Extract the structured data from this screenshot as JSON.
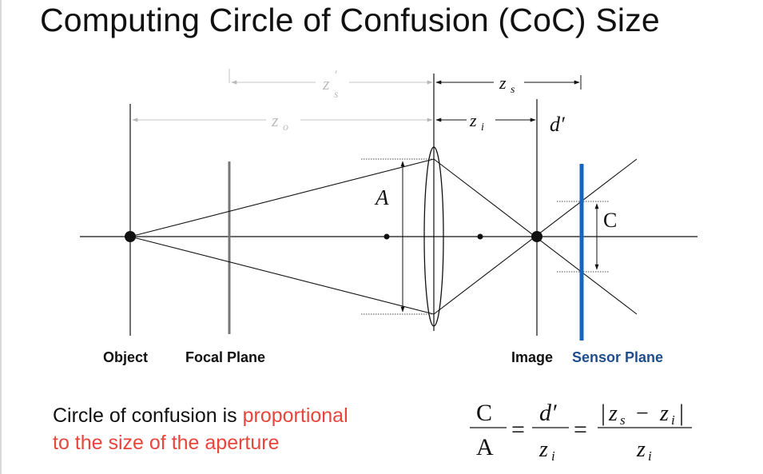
{
  "slide": {
    "title": "Computing Circle of Confusion (CoC) Size"
  },
  "diagram": {
    "labels": {
      "z_s_prime": "z",
      "z_s_prime_sub": "s",
      "z_s_prime_mark": "′",
      "z_o": "z",
      "z_o_sub": "o",
      "z_s": "z",
      "z_s_sub": "s",
      "z_i": "z",
      "z_i_sub": "i",
      "d_prime": "d′",
      "aperture": "A",
      "coc": "C"
    },
    "plane_labels": {
      "object": "Object",
      "focal_plane": "Focal Plane",
      "image": "Image",
      "sensor_plane": "Sensor Plane"
    },
    "colors": {
      "sensor": "#1565c0",
      "sensor_label": "#1f4e8c",
      "accent": "#e8453c",
      "gray_dim": "#b0b0b0"
    }
  },
  "caption": {
    "part1": "Circle of confusion is ",
    "highlight": "proportional",
    "part2": "to the size of the aperture"
  },
  "formula": {
    "lhs_num": "C",
    "lhs_den": "A",
    "eq1": "=",
    "mid_num": "d′",
    "mid_den": "z",
    "mid_den_sub": "i",
    "eq2": "=",
    "rhs_num_bar_l": "|",
    "rhs_num_z1": "z",
    "rhs_num_z1_sub": "s",
    "rhs_num_minus": "−",
    "rhs_num_z2": "z",
    "rhs_num_z2_sub": "i",
    "rhs_num_bar_r": "|",
    "rhs_den": "z",
    "rhs_den_sub": "i"
  }
}
